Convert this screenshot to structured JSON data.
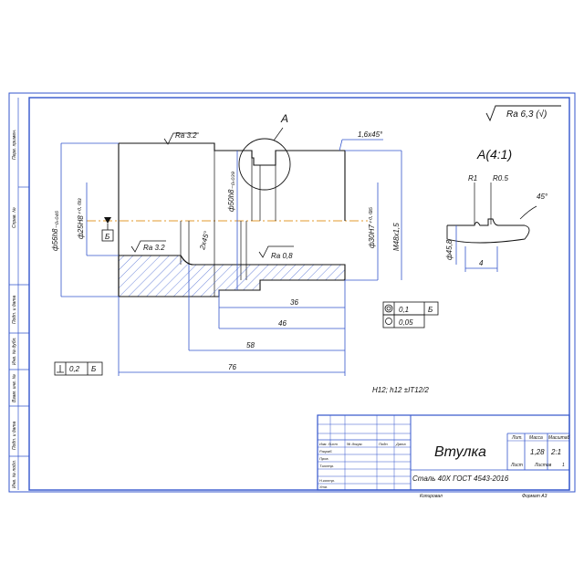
{
  "roughness_general": "Ra 6,3 (√)",
  "roughness_marks": {
    "top": "Ra 3.2",
    "left": "Ra 3.2",
    "bore": "Ra 0,8"
  },
  "chamfers": {
    "top": "1,6x45°",
    "groove": "2x45°",
    "detail": "45°"
  },
  "detail": {
    "callout": "A",
    "title": "A(4:1)",
    "r1": "R1",
    "r2": "R0.5",
    "dia": "ф45,8",
    "width": "4"
  },
  "diameters": {
    "outer_left": "ф56h8₋₀,₀₄₆",
    "bore_left": "ф25H8⁺⁰·⁰³³",
    "shoulder": "ф50h8₋₀,₀₃₉",
    "bore": "ф30H7⁺⁰·⁰²⁵",
    "thread": "M48x1,5"
  },
  "datum": {
    "label": "Б"
  },
  "linear_dims": [
    "36",
    "46",
    "58",
    "76"
  ],
  "tolerances": {
    "coaxial": {
      "value": "0,1",
      "datum": "Б"
    },
    "cylindricity": {
      "value": "0,05"
    },
    "perpendicularity": {
      "value": "0,2",
      "datum": "Б"
    }
  },
  "general_note": "H12; h12 ±IT12/2",
  "title_block": {
    "part_name": "Втулка",
    "material": "Сталь 40Х ГОСТ 4543-2016",
    "lit_label": "Лит.",
    "mass_label": "Масса",
    "scale_label": "Масштаб",
    "mass": "1,28",
    "scale": "2:1",
    "sheet_label": "Лист",
    "sheets_label": "Листов",
    "sheets": "1",
    "rows": [
      "Изм. Лист",
      "№ докум.",
      "Подп.",
      "Дата"
    ],
    "roles": [
      "Разраб.",
      "Пров.",
      "Т.контр.",
      "Н.контр.",
      "Утв."
    ],
    "copied": "Копировал",
    "format": "Формат А3"
  },
  "side_strip": [
    "Перв. примен.",
    "Справ. №",
    "Подп. и дата",
    "Инв. № дубл.",
    "Взам. инв. №",
    "Подп. и дата",
    "Инв. № подл."
  ]
}
